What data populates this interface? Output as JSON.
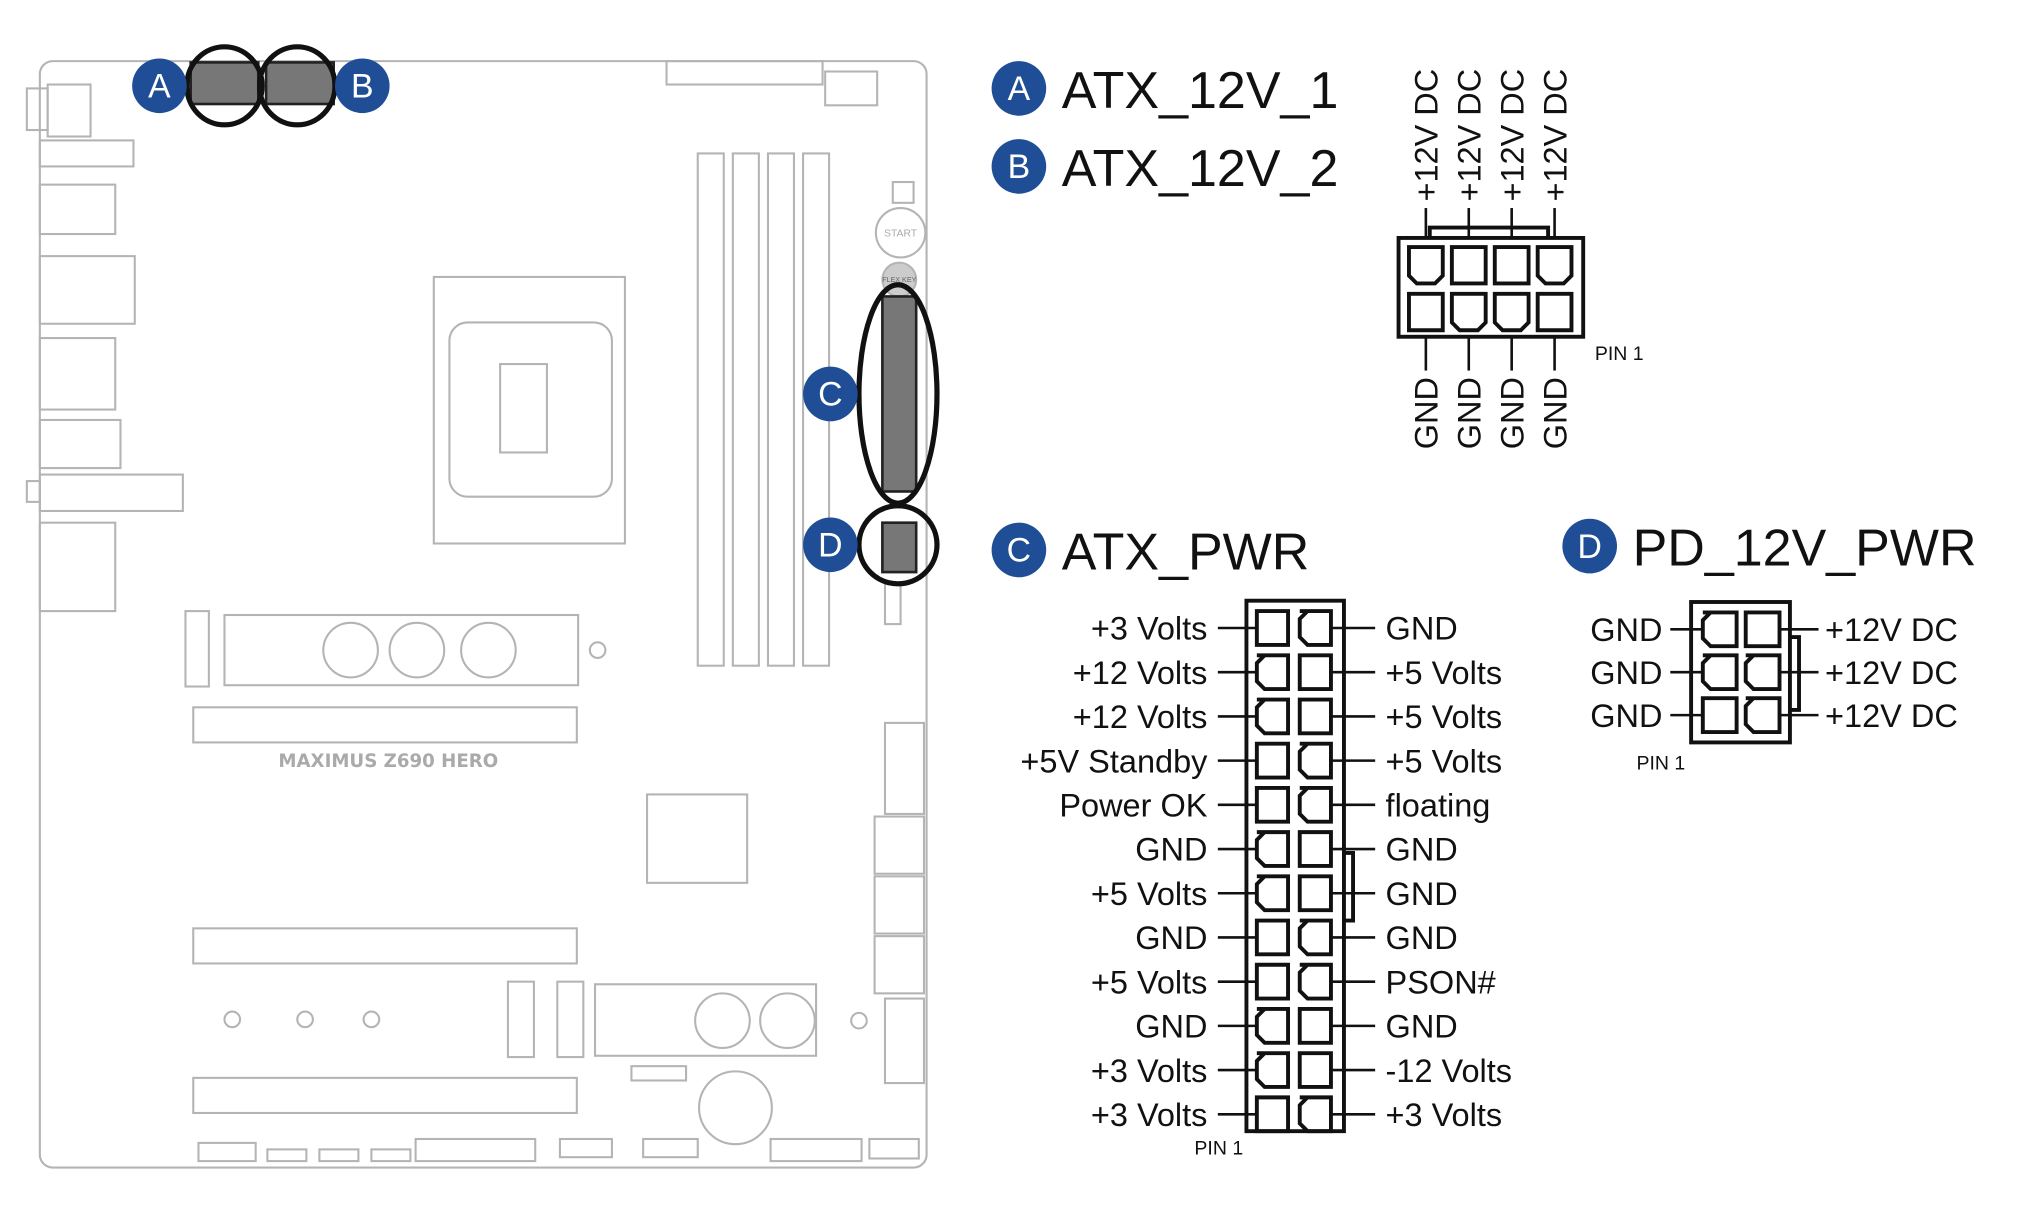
{
  "colors": {
    "badge": "#1f4e96",
    "board_line": "#b4b4b4",
    "ink": "#111111"
  },
  "board": {
    "model_text": "MAXIMUS Z690 HERO",
    "start_button": "START",
    "flex_key": "FLEX KEY"
  },
  "badges": {
    "a": "A",
    "b": "B",
    "c": "C",
    "d": "D"
  },
  "atx_12v": {
    "title_1": "ATX_12V_1",
    "title_2": "ATX_12V_2",
    "top_labels": [
      "+12V DC",
      "+12V DC",
      "+12V DC",
      "+12V DC"
    ],
    "bottom_labels": [
      "GND",
      "GND",
      "GND",
      "GND"
    ],
    "pin1": "PIN 1"
  },
  "atx_pwr": {
    "title": "ATX_PWR",
    "left_labels": [
      "+3 Volts",
      "+12 Volts",
      "+12 Volts",
      "+5V Standby",
      "Power OK",
      "GND",
      "+5 Volts",
      "GND",
      "+5 Volts",
      "GND",
      "+3 Volts",
      "+3 Volts"
    ],
    "right_labels": [
      "GND",
      "+5 Volts",
      "+5 Volts",
      "+5 Volts",
      "floating",
      "GND",
      "GND",
      "GND",
      "PSON#",
      "GND",
      "-12 Volts",
      "+3 Volts"
    ],
    "pin1": "PIN 1"
  },
  "pd_12v_pwr": {
    "title": "PD_12V_PWR",
    "left_labels": [
      "GND",
      "GND",
      "GND"
    ],
    "right_labels": [
      "+12V DC",
      "+12V DC",
      "+12V DC"
    ],
    "pin1": "PIN 1"
  }
}
